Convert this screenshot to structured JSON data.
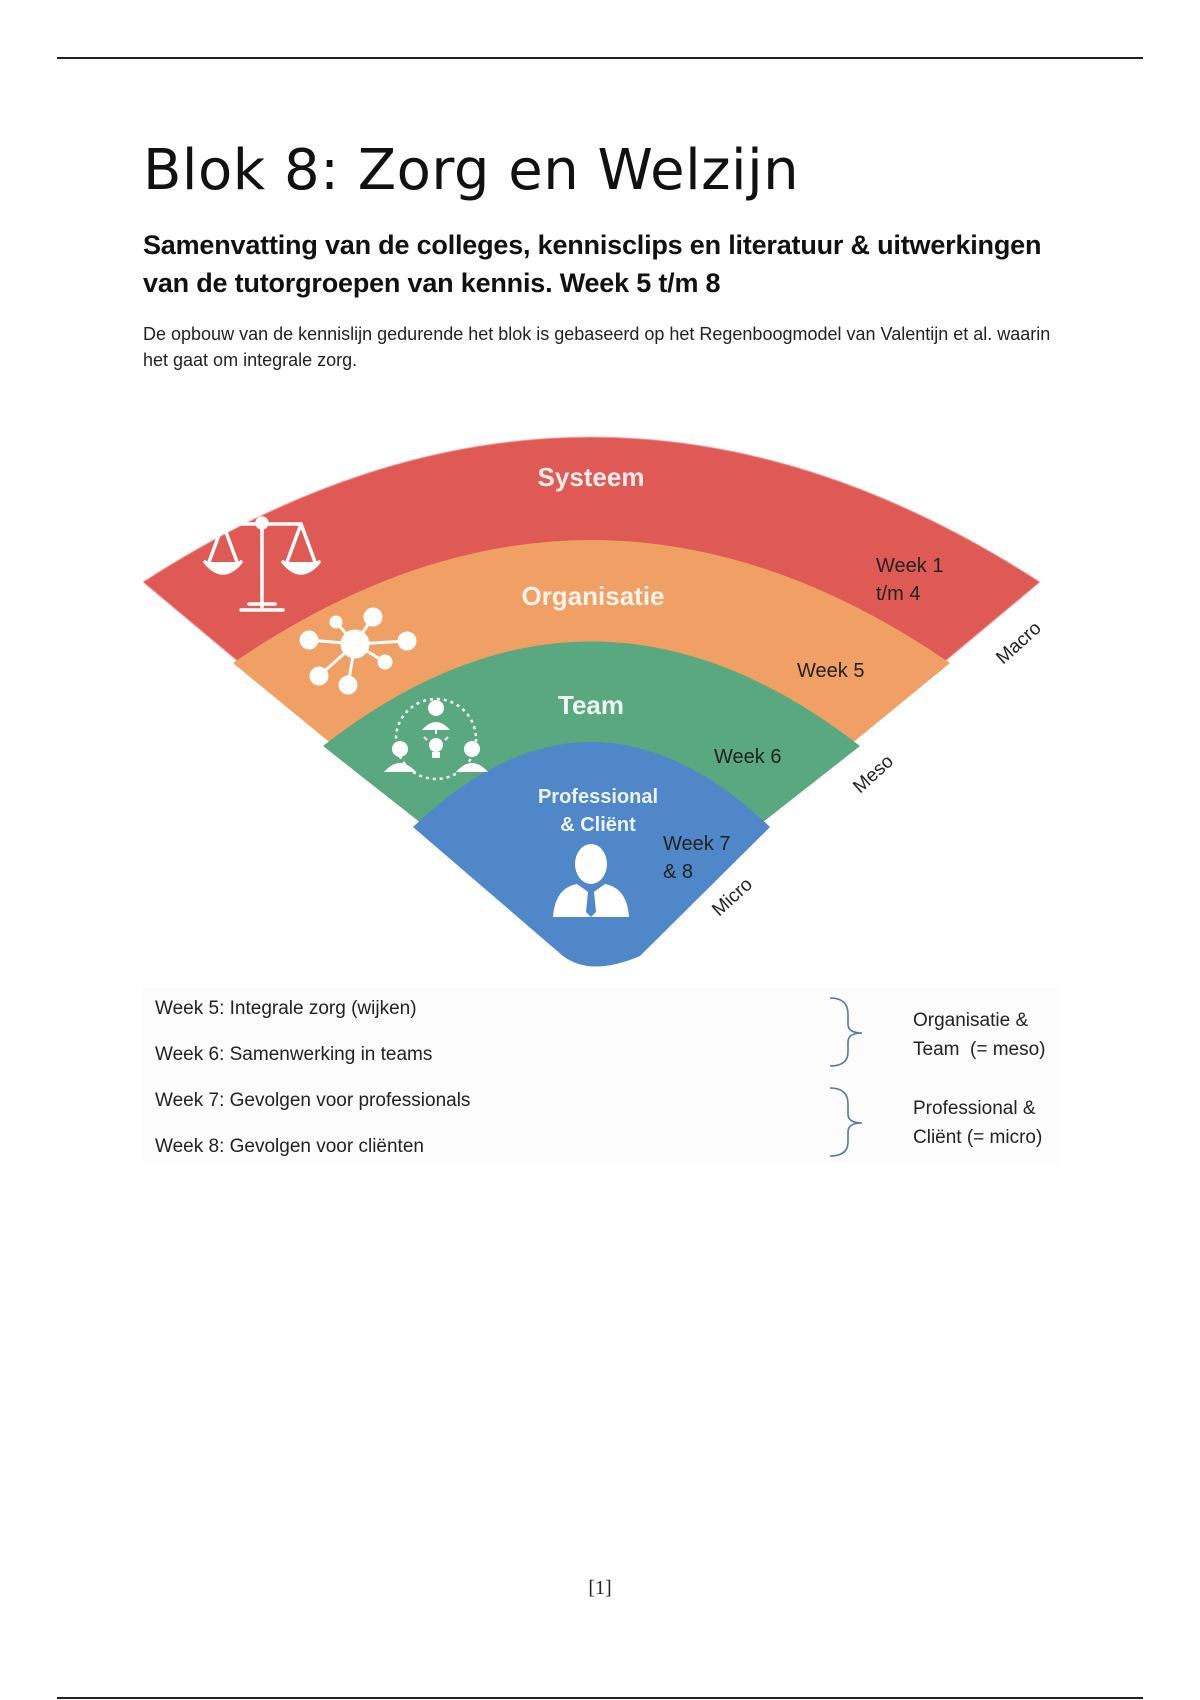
{
  "document": {
    "title": "Blok 8: Zorg en Welzijn",
    "subtitle": "Samenvatting van de colleges, kennisclips en literatuur & uitwerkingen van de tutorgroepen van kennis. Week 5 t/m 8",
    "intro": "De opbouw van de kennislijn gedurende het blok is gebaseerd op het Regenboogmodel van Valentijn et al. waarin het gaat om integrale zorg."
  },
  "rainbow_model": {
    "layers": [
      {
        "label": "Systeem",
        "week": [
          "Week 1",
          "t/m 4"
        ],
        "color": "#e05a54",
        "icon": "scales-icon"
      },
      {
        "label": "Organisatie",
        "week": [
          "Week 5"
        ],
        "color": "#f0a064",
        "icon": "network-icon"
      },
      {
        "label": "Team",
        "week": [
          "Week 6"
        ],
        "color": "#5aa880",
        "icon": "team-icon"
      },
      {
        "label": [
          "Professional",
          "& Cliënt"
        ],
        "week": [
          "Week 7",
          "& 8"
        ],
        "color": "#4f87c9",
        "icon": "person-icon"
      }
    ],
    "levels": [
      "Macro",
      "Meso",
      "Micro"
    ]
  },
  "weeks": {
    "items": [
      "Week 5: Integrale zorg (wijken)",
      "Week 6: Samenwerking in teams",
      "Week 7: Gevolgen voor professionals",
      "Week 8: Gevolgen voor cliënten"
    ],
    "groups": [
      {
        "line1": "Organisatie &",
        "line2": "Team  (= meso)"
      },
      {
        "line1": "Professional &",
        "line2": "Cliënt (= micro)"
      }
    ]
  },
  "footer": {
    "page_number": "[1]"
  }
}
